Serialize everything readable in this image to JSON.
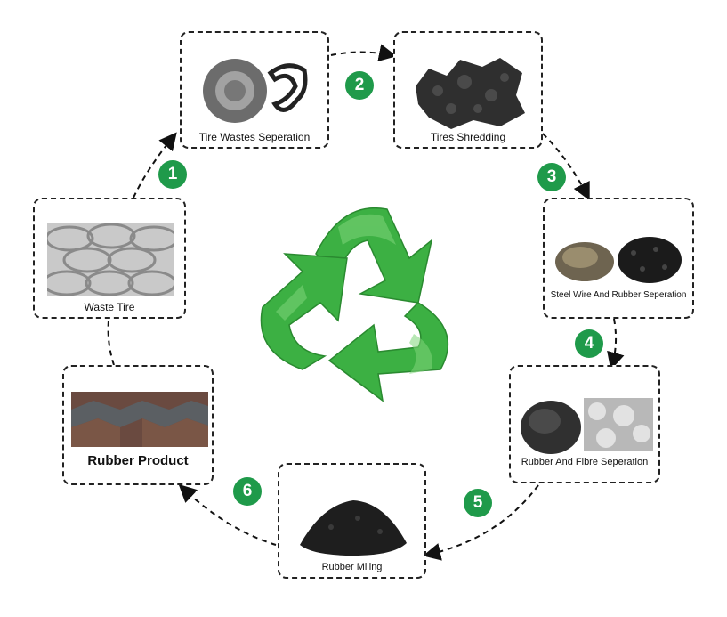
{
  "steps": [
    {
      "number": "1",
      "label": "Tire Wastes Seperation"
    },
    {
      "number": "2",
      "label": "Tires Shredding"
    },
    {
      "number": "3",
      "label": "Steel Wire And Rubber Seperation"
    },
    {
      "number": "4",
      "label": "Rubber And Fibre Seperation"
    },
    {
      "number": "5",
      "label": "Rubber Miling"
    },
    {
      "number": "6",
      "label": "Rubber Product"
    }
  ],
  "start": {
    "label": "Waste Tire"
  },
  "colors": {
    "badge": "#1f9a4a",
    "recycle": "#3cb043",
    "border": "#222222"
  },
  "center_icon": "recycle-icon"
}
